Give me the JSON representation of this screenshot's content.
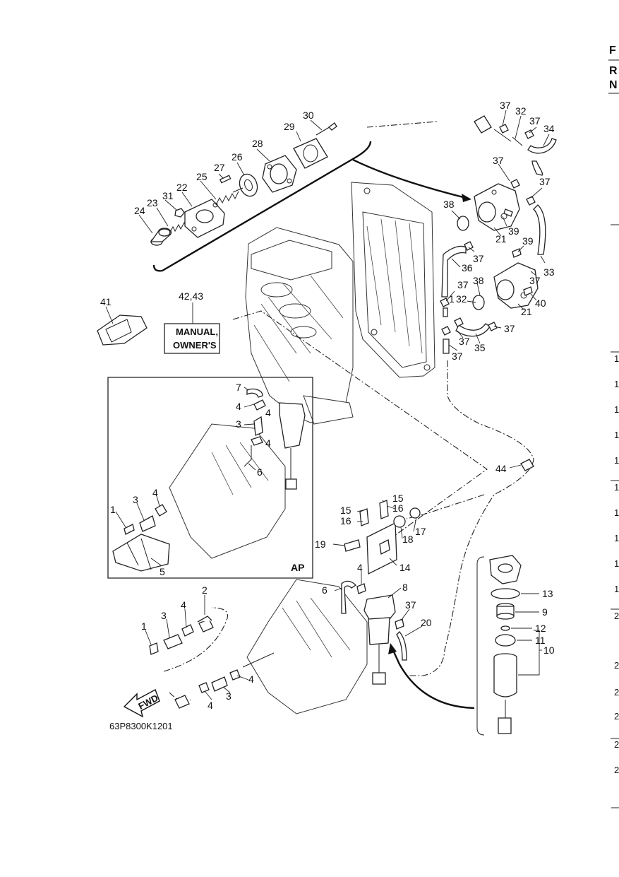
{
  "diagram_code": "63P8300K1201",
  "manual_box": {
    "line1": "MANUAL,",
    "line2": "OWNER'S",
    "callout": "42,43"
  },
  "inset_label": "AP",
  "fwd_label": "FWD",
  "edge_letters": [
    "F",
    "R",
    "N"
  ],
  "edge_numbers": [
    "1",
    "1",
    "1",
    "1",
    "1",
    "1",
    "1",
    "1",
    "1",
    "1",
    "2",
    "2",
    "2",
    "2",
    "2",
    "2"
  ],
  "callouts": {
    "c1": "1",
    "c2": "2",
    "c3": "3",
    "c4": "4",
    "c5": "5",
    "c6": "6",
    "c7": "7",
    "c8": "8",
    "c9": "9",
    "c10": "10",
    "c11": "11",
    "c12": "12",
    "c13": "13",
    "c14": "14",
    "c15": "15",
    "c16": "16",
    "c17": "17",
    "c18": "18",
    "c19": "19",
    "c20": "20",
    "c21": "21",
    "c22": "22",
    "c23": "23",
    "c24": "24",
    "c25": "25",
    "c26": "26",
    "c27": "27",
    "c28": "28",
    "c29": "29",
    "c30": "30",
    "c31": "31",
    "c32": "32",
    "c33": "33",
    "c34": "34",
    "c35": "35",
    "c36": "36",
    "c37": "37",
    "c38": "38",
    "c39": "39",
    "c40": "40",
    "c41": "41",
    "c44": "44"
  }
}
